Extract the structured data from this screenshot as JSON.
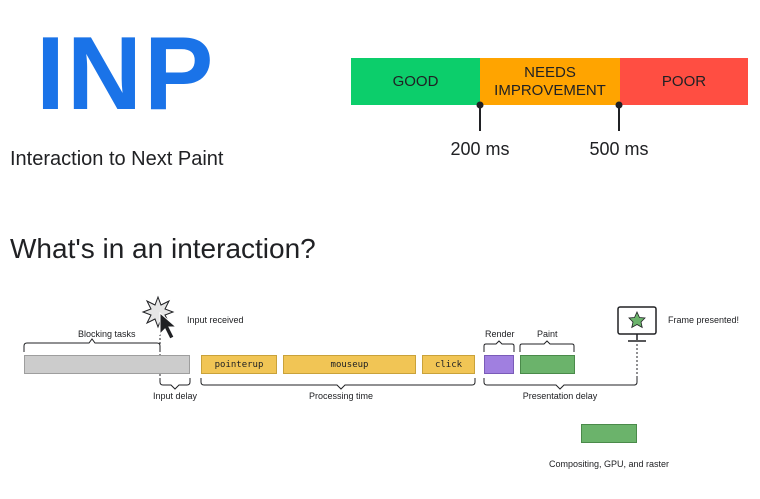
{
  "header": {
    "logo": "INP",
    "subtitle": "Interaction to Next Paint"
  },
  "thresholds": {
    "segments": [
      {
        "label": "GOOD",
        "color": "#0cce6b"
      },
      {
        "label": "NEEDS\nIMPROVEMENT",
        "color": "#ffa400"
      },
      {
        "label": "POOR",
        "color": "#ff4e42"
      }
    ],
    "markers": [
      "200 ms",
      "500 ms"
    ]
  },
  "interaction": {
    "title": "What's in an interaction?",
    "input_received": "Input received",
    "blocking_tasks": "Blocking tasks",
    "tasks": [
      "pointerup",
      "mouseup",
      "click"
    ],
    "render": "Render",
    "paint": "Paint",
    "frame_presented": "Frame presented!",
    "phases": {
      "input_delay": "Input delay",
      "processing_time": "Processing time",
      "presentation_delay": "Presentation delay"
    },
    "compositing": "Compositing, GPU, and raster",
    "colors": {
      "blocking": "#cccccc",
      "task": "#f1c555",
      "render": "#a07fe0",
      "paint": "#6bb36b",
      "monitor_star": "#6bb36b"
    }
  }
}
